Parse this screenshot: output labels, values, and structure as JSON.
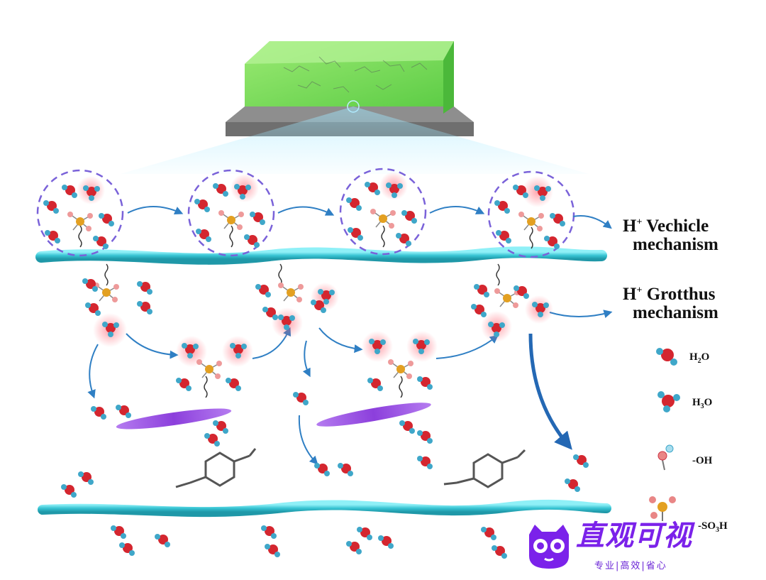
{
  "labels": {
    "vehicle_line1": "H",
    "vehicle_sup": "+",
    "vehicle_line1_rest": " Vechicle",
    "vehicle_line2": "mechanism",
    "grotthus_line1": "H",
    "grotthus_sup": "+",
    "grotthus_line1_rest": " Grotthus",
    "grotthus_line2": "mechanism"
  },
  "legend": [
    {
      "label": "H2O",
      "main": "H",
      "sub": "2",
      "tail": "O",
      "icon": "water-molecule-icon"
    },
    {
      "label": "H3O",
      "main": "H",
      "sub": "3",
      "tail": "O",
      "icon": "hydronium-icon"
    },
    {
      "label": "-OH",
      "main": "-OH",
      "sub": "",
      "tail": "",
      "icon": "hydroxyl-icon"
    },
    {
      "label": "-SO3H",
      "main": "-SO",
      "sub": "3",
      "tail": "H",
      "icon": "sulfonic-icon"
    }
  ],
  "brand": {
    "title": "直观可视",
    "subtitle": "专业|高效|省心"
  },
  "colors": {
    "membrane": "#3cc9d6",
    "oxygen": "#d4262f",
    "hydrogen": "#3fa7c9",
    "sulfur": "#e3a021",
    "arrow": "#2f7fc4",
    "circle": "#7a62d9",
    "ellipse": "#9b4fe0",
    "film": "#79d957",
    "brand": "#7b22ea"
  }
}
